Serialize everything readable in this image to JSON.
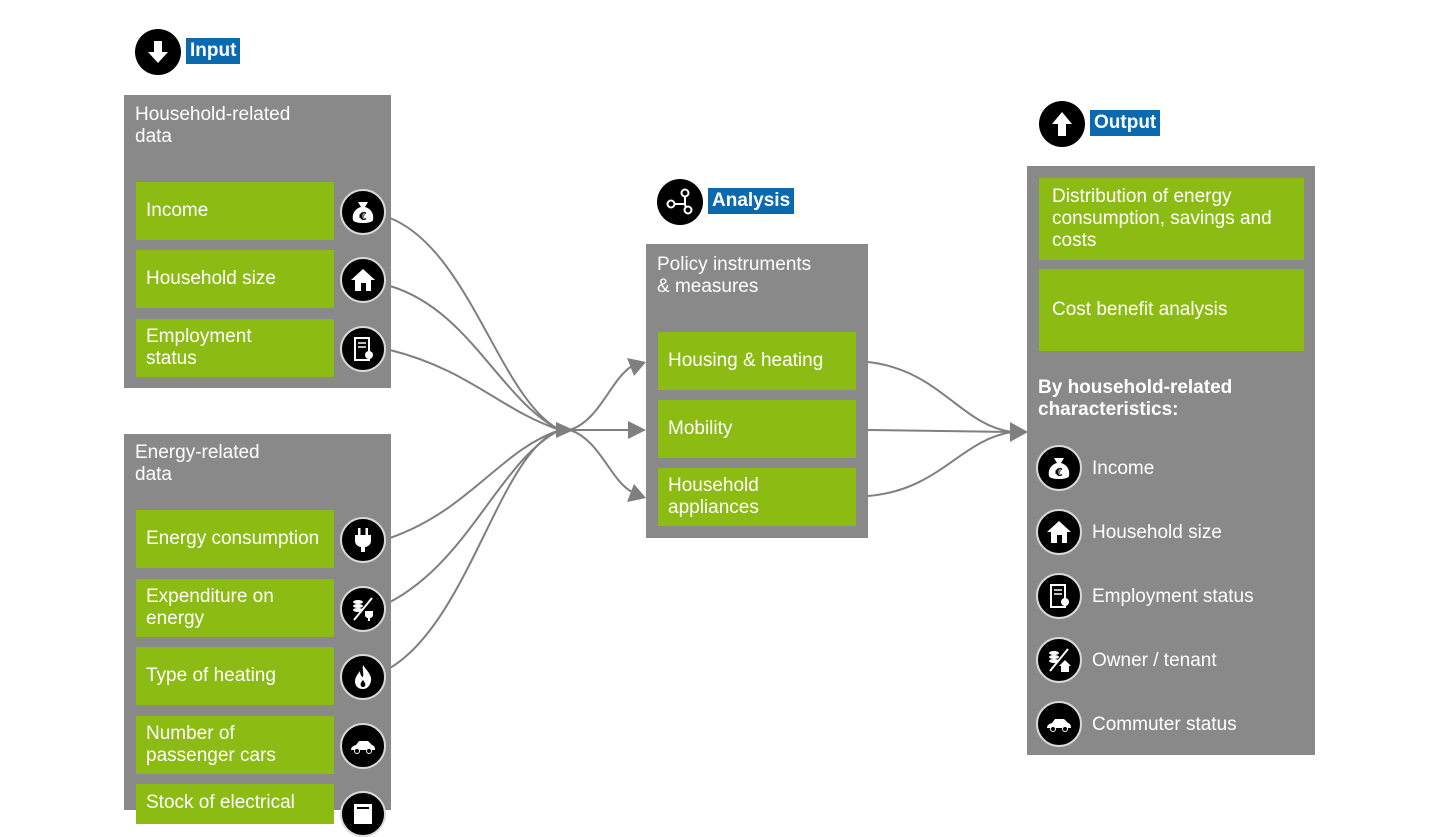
{
  "input": {
    "label": "Input",
    "household_panel": {
      "title": "Household-related\ndata",
      "items": [
        {
          "label": "Income",
          "icon": "money-bag-euro-icon"
        },
        {
          "label": "Household size",
          "icon": "house-icon"
        },
        {
          "label": "Employment\nstatus",
          "icon": "certificate-icon"
        }
      ]
    },
    "energy_panel": {
      "title": "Energy-related\ndata",
      "items": [
        {
          "label": "Energy consumption",
          "icon": "plug-icon"
        },
        {
          "label": "Expenditure on\nenergy",
          "icon": "coins-plug-icon"
        },
        {
          "label": "Type of heating",
          "icon": "flame-icon"
        },
        {
          "label": "Number of\npassenger cars",
          "icon": "car-icon"
        },
        {
          "label": "Stock of electrical",
          "icon": "appliance-icon"
        }
      ]
    }
  },
  "analysis": {
    "label": "Analysis",
    "panel": {
      "title": "Policy instruments\n& measures",
      "items": [
        "Housing & heating",
        "Mobility",
        "Household\nappliances"
      ]
    }
  },
  "output": {
    "label": "Output",
    "panel": {
      "boxes": [
        "Distribution of energy\nconsumption, savings and\ncosts",
        "Cost benefit analysis"
      ],
      "characteristics_title": "By household-related\ncharacteristics:",
      "characteristics": [
        {
          "label": "Income",
          "icon": "money-bag-euro-icon"
        },
        {
          "label": "Household size",
          "icon": "house-icon"
        },
        {
          "label": "Employment status",
          "icon": "certificate-icon"
        },
        {
          "label": "Owner / tenant",
          "icon": "coins-house-icon"
        },
        {
          "label": "Commuter status",
          "icon": "car-icon"
        }
      ]
    }
  },
  "colors": {
    "panel": "#898989",
    "green": "#8cbb14",
    "label_blue": "#0a6aad",
    "flow": "#7f7f7f"
  }
}
